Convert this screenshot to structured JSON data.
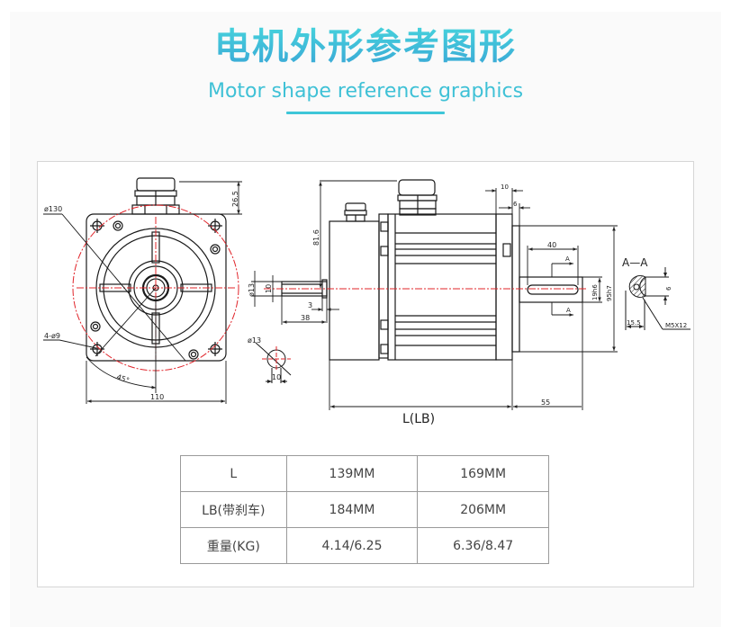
{
  "header": {
    "title_cn": "电机外形参考图形",
    "title_en": "Motor shape reference graphics"
  },
  "drawing": {
    "front_view": {
      "dim_pcd": "ø130",
      "dim_connector_height": "26.5",
      "dim_holes": "4-ø9",
      "dim_angle": "45°",
      "dim_width": "110"
    },
    "shaft_detail": {
      "dim_shaft_dia": "ø13",
      "dim_flat": "10",
      "dim_step": "3",
      "dim_length": "38",
      "dim_total_height": "81.6",
      "section_dia": "ø13",
      "section_flat": "10"
    },
    "side_view": {
      "dim_flange_thickness": "10",
      "dim_spigot": "6",
      "dim_key_length": "40",
      "section_mark": "A",
      "dim_shaft_fit": "19h6",
      "dim_spigot_fit": "95h7",
      "dim_shaft_length": "55",
      "dim_body_length": "L(LB)"
    },
    "section_aa": {
      "title": "A—A",
      "dim_key": "6",
      "dim_depth": "15.5",
      "dim_thread": "M5X12"
    },
    "colors": {
      "line": "#1a1a1a",
      "centerline": "#e0242a"
    }
  },
  "spec_table": {
    "rows": [
      {
        "label": "L",
        "values": [
          "139MM",
          "169MM"
        ]
      },
      {
        "label": "LB(带刹车)",
        "values": [
          "184MM",
          "206MM"
        ]
      },
      {
        "label": "重量(KG)",
        "values": [
          "4.14/6.25",
          "6.36/8.47"
        ]
      }
    ]
  }
}
